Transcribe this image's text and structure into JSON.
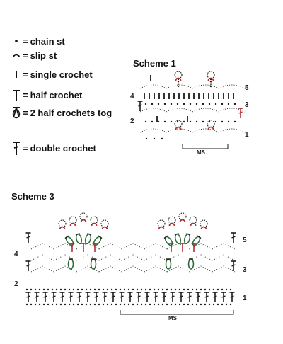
{
  "legend": [
    {
      "symbol": "chain",
      "label": "chain st"
    },
    {
      "symbol": "slip",
      "label": "slip st"
    },
    {
      "symbol": "sc",
      "label": "single crochet"
    },
    {
      "symbol": "hdc",
      "label": "half crochet"
    },
    {
      "symbol": "hdc2tog",
      "label": "2 half crochets tog"
    },
    {
      "symbol": "dc",
      "label": "double crochet"
    }
  ],
  "legend_eq": "=",
  "scheme1": {
    "title": "Scheme 1",
    "rows_right": [
      "5",
      "3",
      "1"
    ],
    "rows_left": [
      "4",
      "2"
    ],
    "repeat_label": "MS"
  },
  "scheme3": {
    "title": "Scheme 3",
    "rows_right": [
      "5",
      "3",
      "1"
    ],
    "rows_left": [
      "4",
      "2"
    ],
    "repeat_label": "MS"
  },
  "colors": {
    "ink": "#1a1a1a",
    "accent": "#b03030",
    "green": "#2f6b3a"
  }
}
